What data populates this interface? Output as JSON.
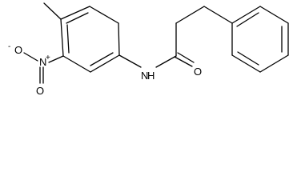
{
  "molecule": {
    "atoms": {
      "amide_n": "N",
      "amide_h": "H",
      "amide_o": "O",
      "nitro_n": "N",
      "nitro_n_charge": "+",
      "nitro_o_double": "O",
      "nitro_o_single": "O",
      "nitro_o_charge": "-"
    }
  }
}
